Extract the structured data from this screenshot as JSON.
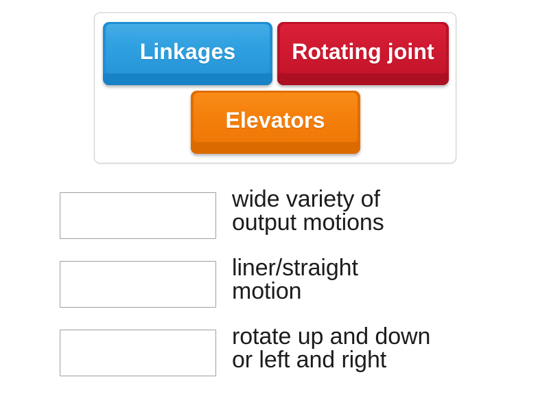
{
  "activity": {
    "type": "match-up",
    "tray": {
      "tiles": [
        {
          "label": "Linkages",
          "color": "#2796d8",
          "row": 1
        },
        {
          "label": "Rotating joint",
          "color": "#c5152a",
          "row": 1
        },
        {
          "label": "Elevators",
          "color": "#ef7806",
          "row": 2
        }
      ]
    },
    "answers": [
      {
        "drop_zone_value": "",
        "text_lines": [
          "wide variety of",
          "output motions"
        ]
      },
      {
        "drop_zone_value": "",
        "text_lines": [
          "liner/straight",
          "motion"
        ]
      },
      {
        "drop_zone_value": "",
        "text_lines": [
          "rotate up and down",
          "or left and right"
        ]
      }
    ]
  },
  "colors": {
    "background": "#ffffff",
    "tray_border": "#cfcfcf",
    "drop_zone_border": "#9e9e9e",
    "text": "#1c1c1c",
    "tile_text": "#ffffff"
  }
}
